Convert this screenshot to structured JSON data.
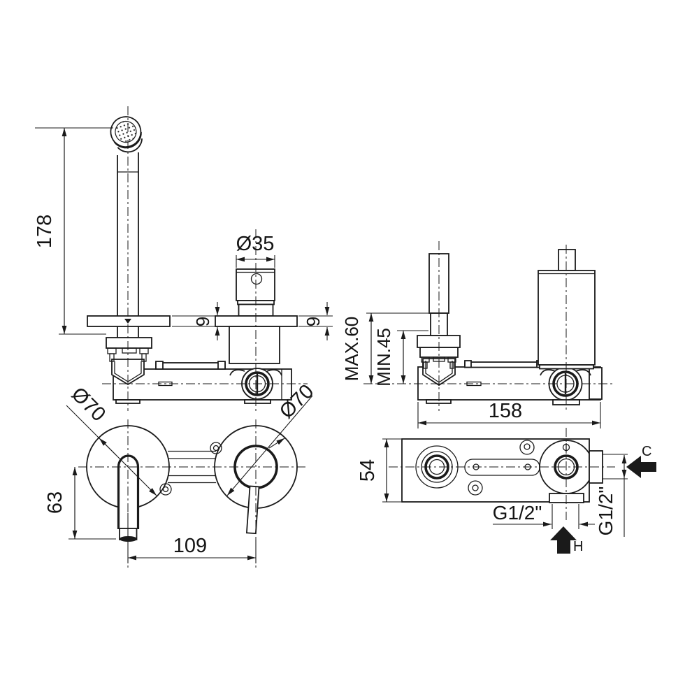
{
  "colors": {
    "line": "#1a1a1a",
    "background": "#ffffff"
  },
  "dimensions": {
    "spout_height": "178",
    "handle_diameter": "Ø35",
    "left_flange_thickness": "9",
    "right_flange_thickness": "9",
    "left_escutcheon_diameter": "Ø70",
    "right_escutcheon_diameter": "Ø70",
    "spout_drop": "63",
    "centers_distance": "109",
    "wall_depth_max": "MAX.60",
    "wall_depth_min": "MIN.45",
    "body_length": "158",
    "body_height": "54",
    "hot_inlet_thread": "G1/2\"",
    "cold_inlet_thread": "G1/2\"",
    "cold_label": "C",
    "hot_label": "H"
  }
}
